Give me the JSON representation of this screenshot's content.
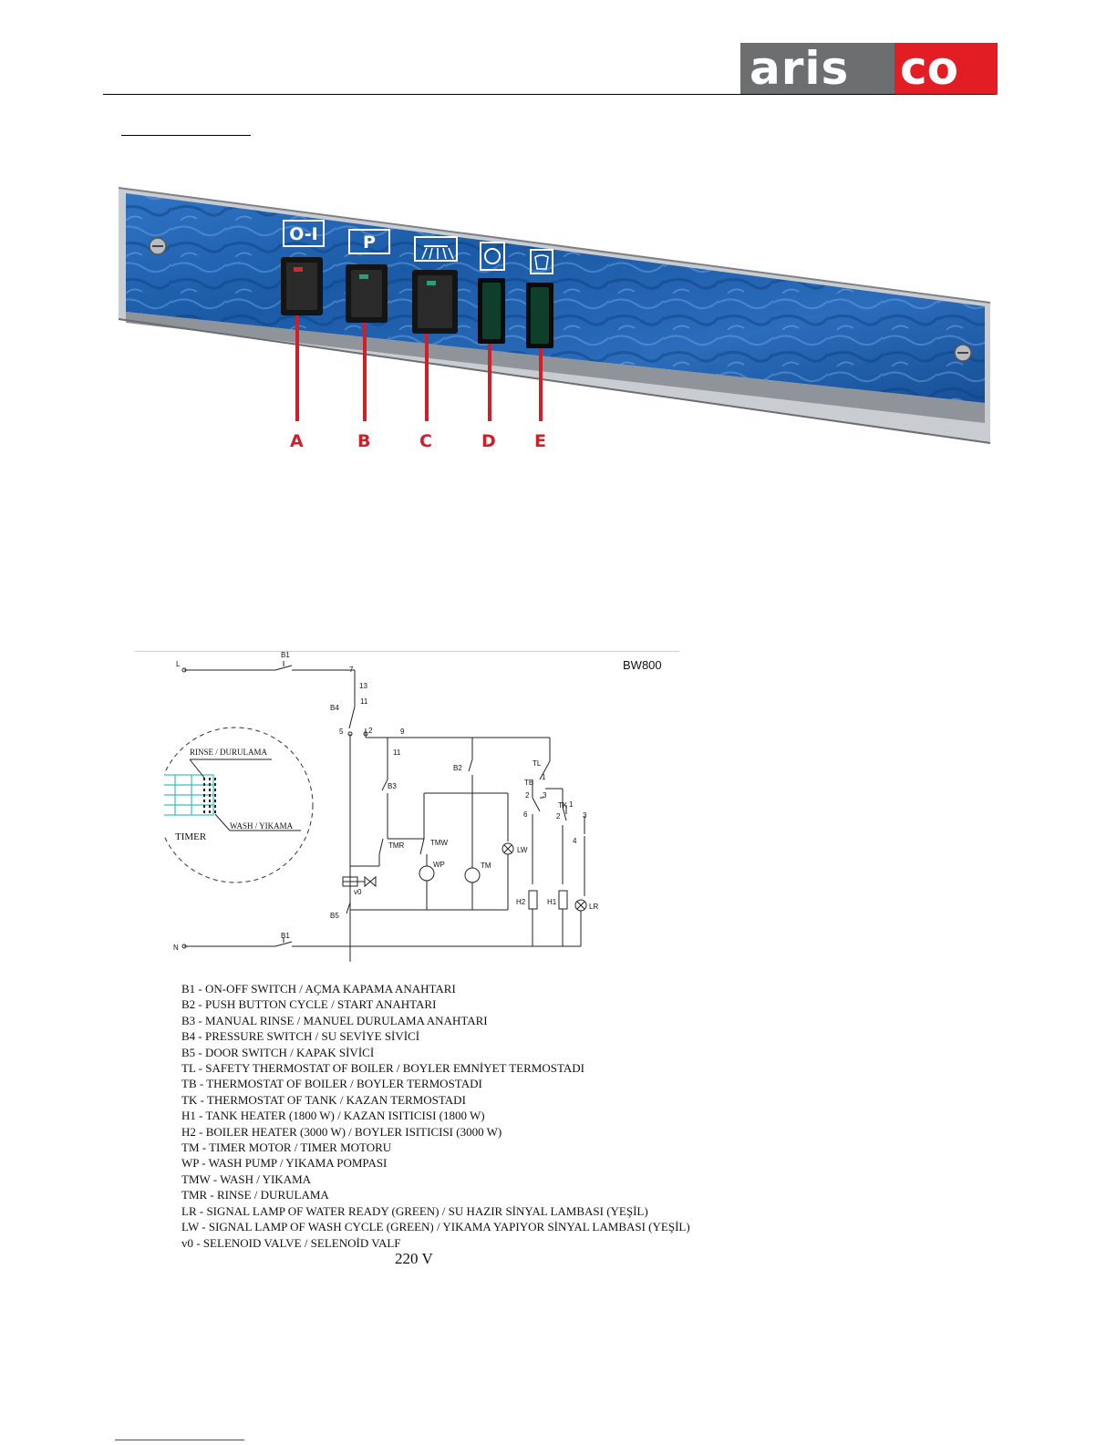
{
  "header": {
    "logo_part1": "aris",
    "logo_part2": "co",
    "colors": {
      "logo_grey": "#6d6e70",
      "logo_red": "#e31d24"
    }
  },
  "panel": {
    "labels": [
      "O-I",
      "P",
      "shower-icon",
      "circle-icon",
      "tank-icon"
    ],
    "callouts": [
      "A",
      "B",
      "C",
      "D",
      "E"
    ],
    "colors": {
      "panel_blue": "#1e5fa8",
      "callout_red": "#d11f2a",
      "switch": "#141414",
      "lamp_green": "#0e3f2a"
    }
  },
  "schematic": {
    "model": "BW800",
    "timer_labels": {
      "rinse": "RINSE / DURULAMA",
      "wash": "WASH / YIKAMA",
      "timer": "TIMER"
    },
    "node_labels": {
      "L": "L",
      "N": "N",
      "B1_top": "B1",
      "B1_bottom": "B1",
      "n7": "7",
      "n13": "13",
      "n11a": "11",
      "B4": "B4",
      "n5": "5",
      "n2": "2",
      "n9": "9",
      "n11b": "11",
      "B3": "B3",
      "B2": "B2",
      "TL": "TL",
      "TB": "TB",
      "TL1": "1",
      "TL2": "2",
      "n3a": "3",
      "TK": "TK",
      "TK1": "1",
      "TK2": "2",
      "n3b": "3",
      "n4": "4",
      "n6": "6",
      "TMR": "TMR",
      "TMW": "TMW",
      "WP": "WP",
      "TM": "TM",
      "LW": "LW",
      "v0": "v0",
      "B5": "B5",
      "H2": "H2",
      "H1": "H1",
      "LR": "LR"
    },
    "legend": [
      "B1 - ON-OFF SWITCH / AÇMA KAPAMA ANAHTARI",
      "B2 - PUSH BUTTON CYCLE / START ANAHTARI",
      "B3 - MANUAL RINSE / MANUEL DURULAMA ANAHTARI",
      "B4 - PRESSURE SWITCH / SU SEVİYE SİVİCİ",
      "B5 - DOOR SWITCH / KAPAK SİVİCİ",
      "TL - SAFETY THERMOSTAT OF BOILER / BOYLER EMNİYET TERMOSTADI",
      "TB - THERMOSTAT OF BOILER / BOYLER TERMOSTADI",
      "TK - THERMOSTAT OF TANK / KAZAN TERMOSTADI",
      "H1 - TANK HEATER (1800 W) / KAZAN ISITICISI (1800 W)",
      "H2 - BOILER HEATER (3000 W) / BOYLER ISITICISI (3000 W)",
      "TM - TIMER MOTOR / TIMER MOTORU",
      "WP - WASH PUMP / YIKAMA POMPASI",
      "TMW - WASH / YIKAMA",
      "TMR - RINSE / DURULAMA",
      "LR - SIGNAL LAMP OF WATER READY (GREEN) / SU HAZIR SİNYAL LAMBASI (YEŞİL)",
      "LW - SIGNAL LAMP OF WASH CYCLE (GREEN) / YIKAMA YAPIYOR SİNYAL LAMBASI (YEŞİL)",
      "v0 - SELENOID VALVE / SELENOİD VALF"
    ],
    "voltage": "220 V"
  }
}
